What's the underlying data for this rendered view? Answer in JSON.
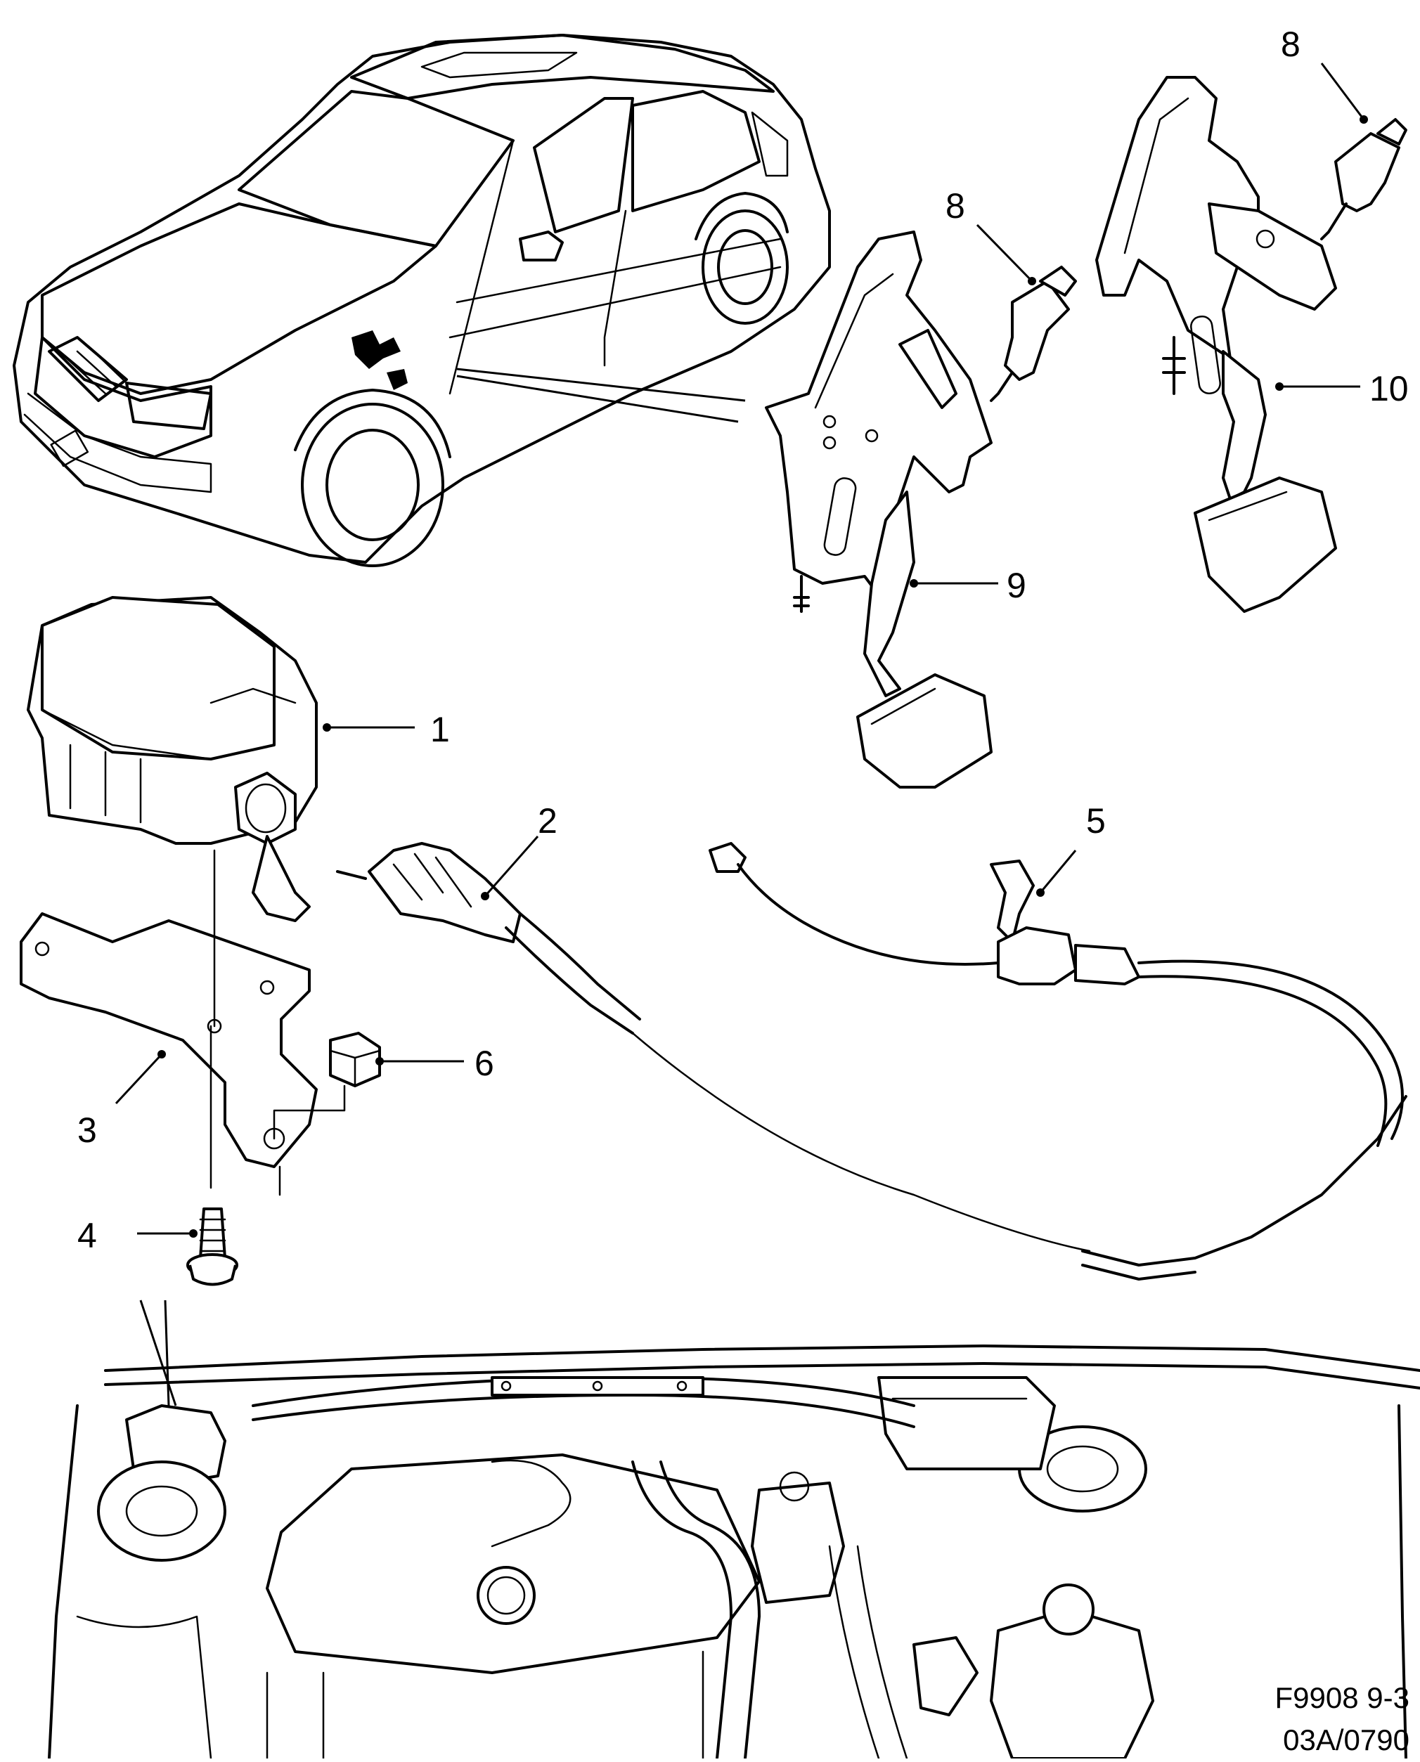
{
  "diagram": {
    "callouts": [
      "1",
      "2",
      "3",
      "4",
      "5",
      "6",
      "8",
      "8",
      "9",
      "10"
    ],
    "reference_code": [
      "F9908 9-3",
      "03A/0790"
    ]
  }
}
